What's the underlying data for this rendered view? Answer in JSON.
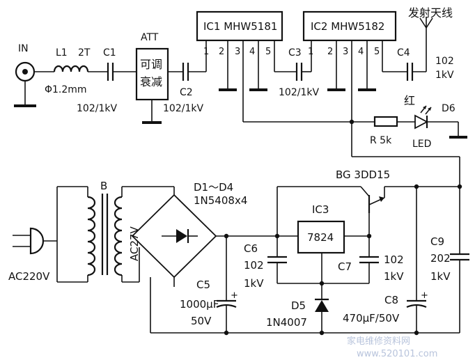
{
  "labels": {
    "in": "IN",
    "l1": "L1",
    "l1_turns": "2T",
    "l1_wire": "Φ1.2mm",
    "c1": "C1",
    "c1_val": "102/1kV",
    "att": "ATT",
    "att_1": "可调",
    "att_2": "衰减",
    "c2": "C2",
    "c2_val": "102/1kV",
    "ic1": "IC1 MHW5181",
    "ic2": "IC2 MHW5182",
    "c3": "C3",
    "c3_val": "102/1kV",
    "c4": "C4",
    "c4_val_1": "102",
    "c4_val_2": "1kV",
    "antenna": "发射天线",
    "red": "红",
    "d6": "D6",
    "r": "R 5k",
    "led": "LED",
    "b": "B",
    "ac27": "AC27V",
    "ac220": "AC220V",
    "d1d4": "D1～D4",
    "d1d4_part": "1N5408x4",
    "bg": "BG 3DD15",
    "ic3": "IC3",
    "ic3_part": "7824",
    "c5": "C5",
    "c5_val_1": "1000μF",
    "c5_val_2": "50V",
    "c6": "C6",
    "c6_val_1": "102",
    "c6_val_2": "1kV",
    "c7": "C7",
    "c7_val_1": "102",
    "c7_val_2": "1kV",
    "d5": "D5",
    "d5_part": "1N4007",
    "c8": "C8",
    "c8_val": "470μF/50V",
    "c9": "C9",
    "c9_val_1": "202",
    "c9_val_2": "1kV",
    "watermark": "家电维修资料网",
    "watermark_url": "www.520101.com"
  },
  "pins": {
    "ic1": [
      "1",
      "2",
      "3",
      "4",
      "5"
    ],
    "ic2": [
      "1",
      "2",
      "3",
      "4",
      "5"
    ]
  }
}
